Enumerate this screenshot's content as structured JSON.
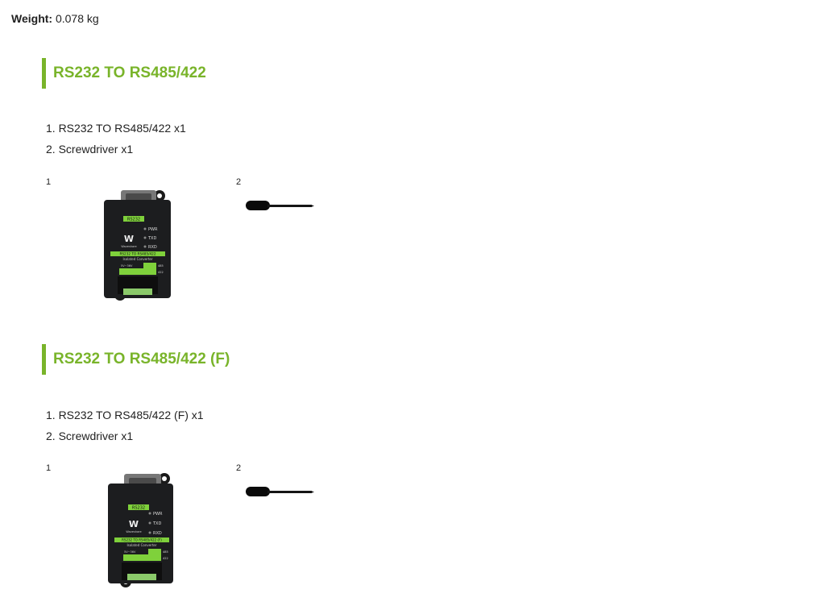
{
  "weight": {
    "label": "Weight:",
    "value": "0.078 kg"
  },
  "sections": [
    {
      "title": "RS232 TO RS485/422",
      "items": [
        "1. RS232 TO RS485/422 x1",
        "2. Screwdriver x1"
      ],
      "figures": [
        {
          "label": "1",
          "device": {
            "top_label": "RS232",
            "leds": [
              "PWR",
              "TXD",
              "RXD"
            ],
            "brand": "Waveshare",
            "band": "RS232 TO RS485/422",
            "subtitle": "Isolated Converter",
            "pin_label": "5V~36V",
            "ports": [
              "485",
              "422"
            ]
          }
        },
        {
          "label": "2"
        }
      ]
    },
    {
      "title": "RS232 TO RS485/422 (F)",
      "items": [
        "1. RS232 TO RS485/422 (F) x1",
        "2. Screwdriver x1"
      ],
      "figures": [
        {
          "label": "1",
          "device": {
            "top_label": "RS232",
            "leds": [
              "PWR",
              "TXD",
              "RXD"
            ],
            "brand": "Waveshare",
            "band": "RS232 TO RS485/422 (F)",
            "subtitle": "Isolated Converter",
            "pin_label": "5V~36V",
            "ports": [
              "485",
              "422"
            ]
          }
        },
        {
          "label": "2"
        }
      ]
    }
  ]
}
